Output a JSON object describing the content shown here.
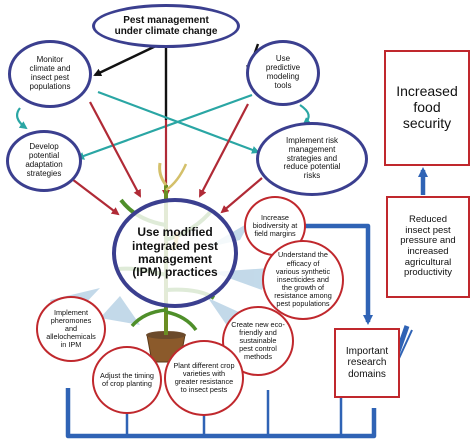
{
  "title": "Pest management\nunder climate change",
  "nodes": {
    "monitor": "Monitor\nclimate and\ninsect pest\npopulations",
    "predictive": "Use\npredictive\nmodeling\ntools",
    "develop": "Develop\npotential\nadaptation\nstrategies",
    "risk": "Implement risk\nmanagement\nstrategies and\nreduce potential\nrisks",
    "ipm": "Use modified\nintegrated pest\nmanagement\n(IPM) practices",
    "biodiversity": "Increase\nbiodiversity at\nfield margins",
    "efficacy": "Understand the\nefficacy of\nvarious synthetic\ninsecticides and\nthe growth of\nresistance among\npest populations",
    "pheromones": "Implement\npheromones\nand\nallelochemicals\nin IPM",
    "eco_methods": "Create new eco-\nfriendly and\nsustainable\npest control\nmethods",
    "timing": "Adjust the timing\nof crop planting",
    "varieties": "Plant different crop\nvarieties with\ngreater resistance\nto insect pests",
    "research": "Important\nresearch\ndomains",
    "reduced": "Reduced\ninsect pest\npressure and\nincreased\nagricultural\nproductivity",
    "food": "Increased\nfood\nsecurity"
  },
  "colors": {
    "purple": "#3b3f8f",
    "red": "#c0282d",
    "blue": "#2f63b5",
    "teal": "#2aa6a4",
    "black": "#111111",
    "wedge": "#b9d3e6"
  }
}
